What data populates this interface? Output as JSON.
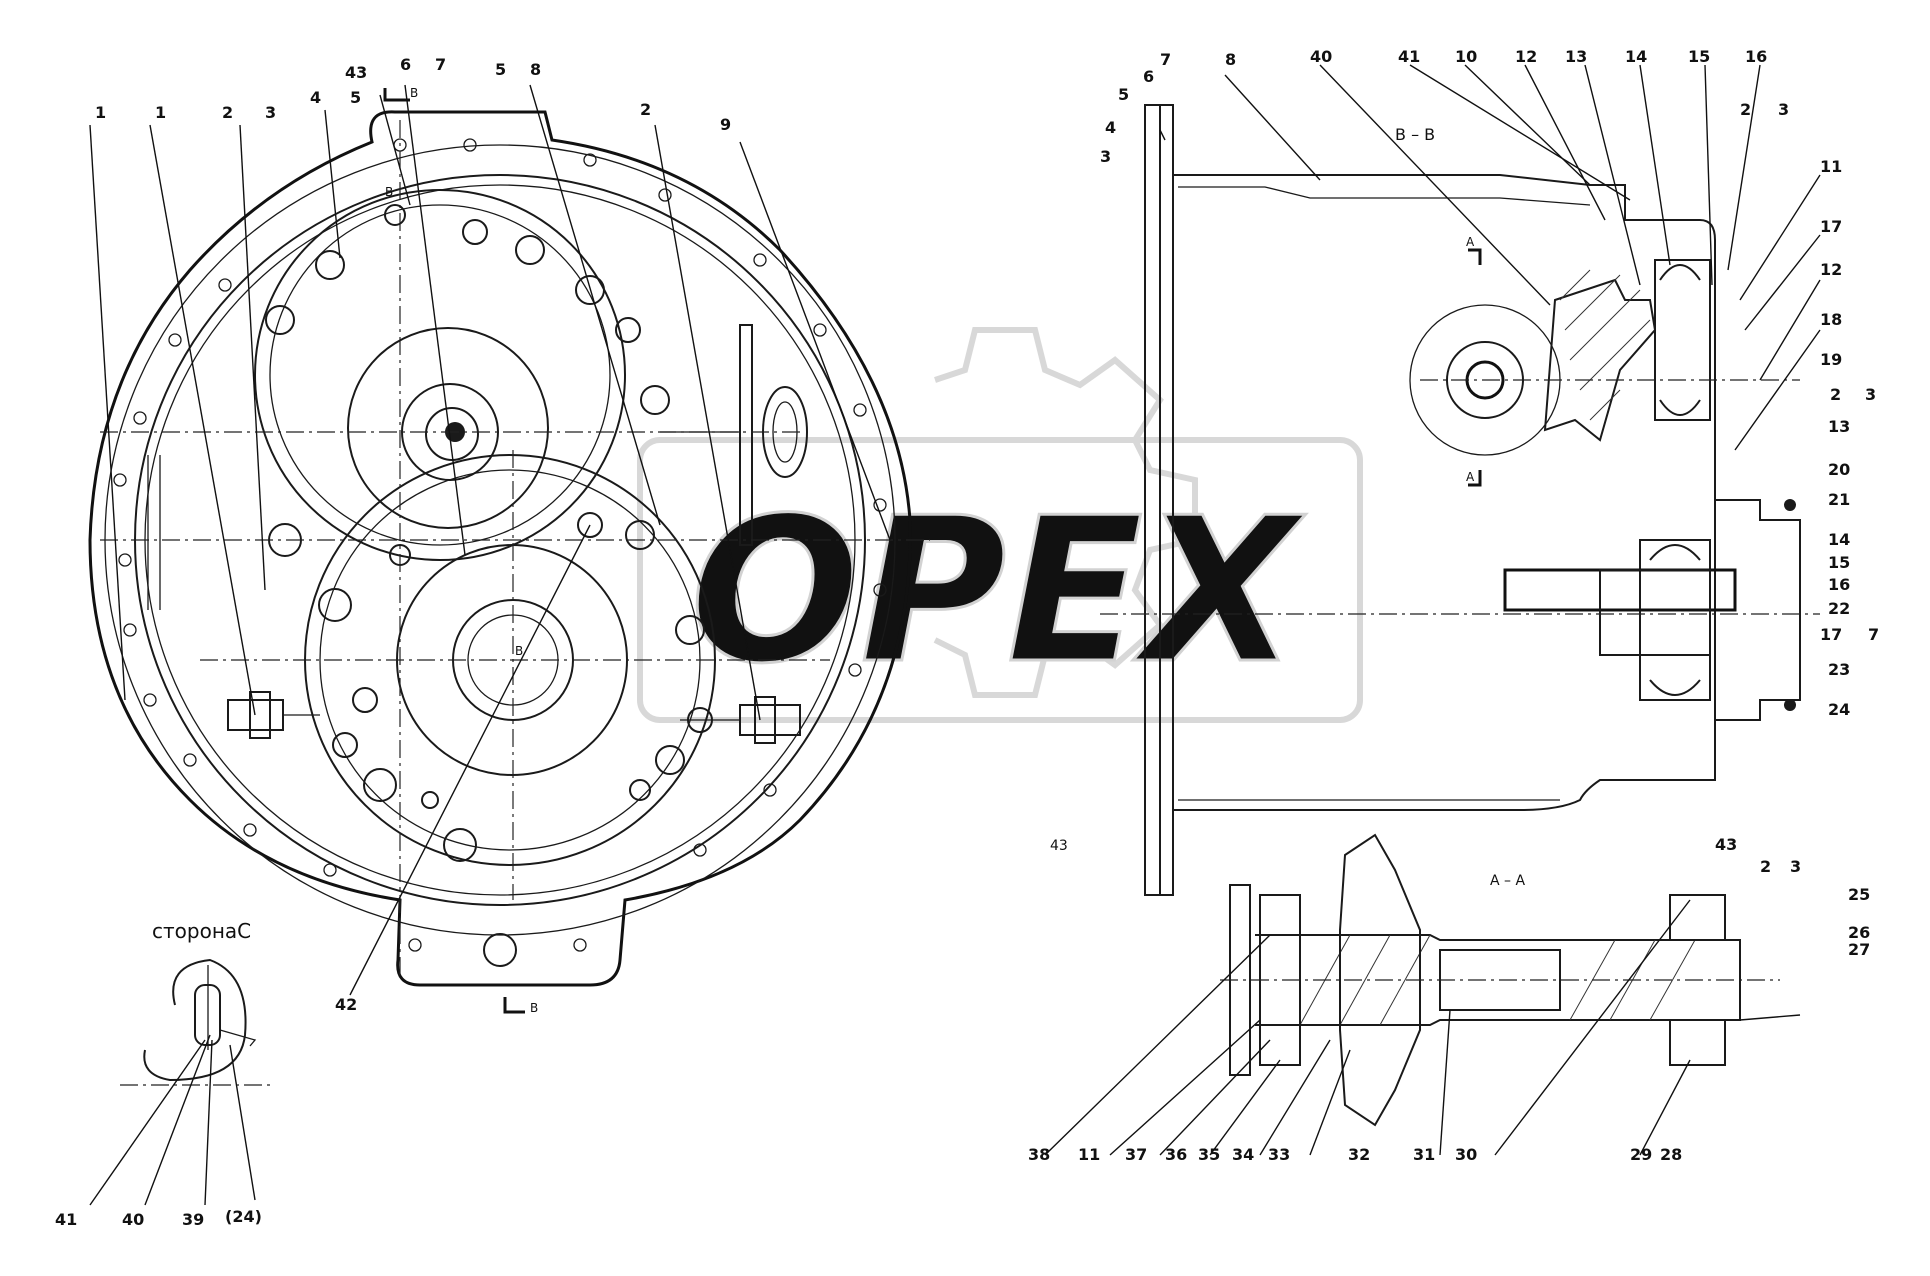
{
  "watermark": {
    "brand": "OPEX"
  },
  "views": {
    "front": {
      "cut_mark_top": "B",
      "cut_mark_bottom": "B",
      "cut_mark_left": "B",
      "center_mark": "B",
      "bottom_label": "43"
    },
    "section_bb": {
      "title": "B – B",
      "cut_mark_a": "A"
    },
    "section_aa": {
      "title": "A – A"
    },
    "side_c": {
      "title": "сторонаC"
    }
  },
  "callouts": {
    "front_top": [
      "1",
      "1",
      "2",
      "3",
      "4",
      "5",
      "43",
      "6",
      "7",
      "5",
      "8",
      "2",
      "9"
    ],
    "front_bottom": [
      "42"
    ],
    "side_c": [
      "41",
      "40",
      "39",
      "(24)"
    ],
    "section_bb_top": [
      "7",
      "8",
      "40",
      "41",
      "10",
      "12",
      "13",
      "14",
      "15",
      "16",
      "2",
      "3"
    ],
    "section_bb_left": [
      "5",
      "6",
      "4",
      "3"
    ],
    "section_bb_right": [
      "11",
      "17",
      "12",
      "18",
      "19",
      "2",
      "3",
      "13",
      "20",
      "21",
      "14",
      "15",
      "16",
      "22",
      "17",
      "7",
      "23",
      "24"
    ],
    "section_aa_right": [
      "43",
      "2",
      "3",
      "25",
      "26",
      "27"
    ],
    "section_aa_bottom": [
      "38",
      "11",
      "37",
      "36",
      "35",
      "34",
      "33",
      "32",
      "31",
      "30",
      "29",
      "28"
    ]
  }
}
